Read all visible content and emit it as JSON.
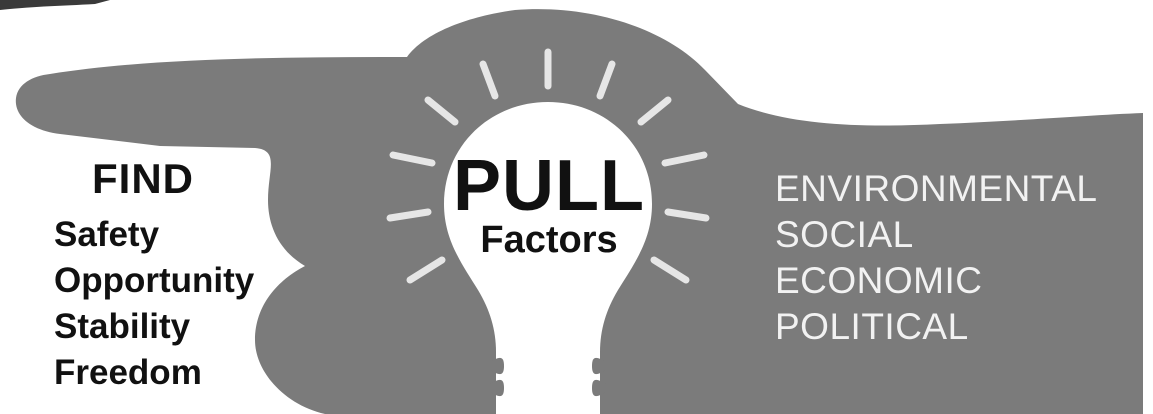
{
  "colors": {
    "hand": "#7b7b7b",
    "bulb": "#ffffff",
    "rays": "#e6e6e6",
    "text_dark": "#111111",
    "text_light": "#f2f2f2"
  },
  "find": {
    "title": "FIND",
    "items": [
      "Safety",
      "Opportunity",
      "Stability",
      "Freedom"
    ]
  },
  "bulb": {
    "title": "PULL",
    "subtitle": "Factors",
    "icon": "lightbulb-icon"
  },
  "factors": {
    "items": [
      "ENVIRONMENTAL",
      "SOCIAL",
      "ECONOMIC",
      "POLITICAL"
    ]
  },
  "hand": {
    "icon": "pointing-hand-icon"
  }
}
